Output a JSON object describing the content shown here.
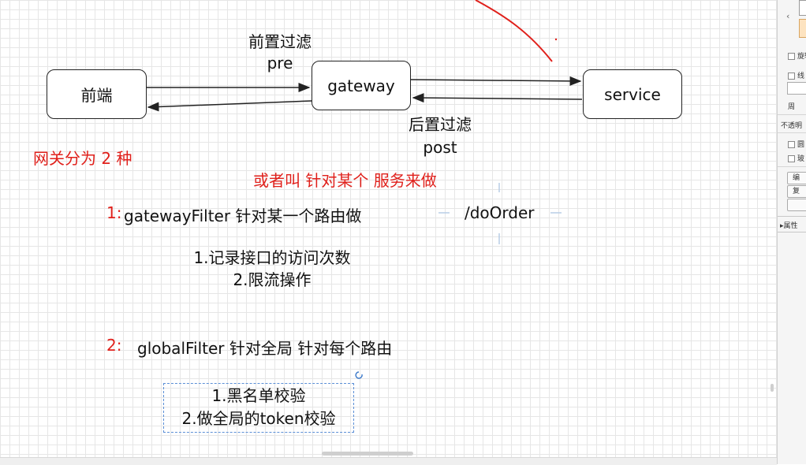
{
  "nodes": {
    "frontend": "前端",
    "gateway": "gateway",
    "service": "service"
  },
  "edge_labels": {
    "pre_cn": "前置过滤",
    "pre_en": "pre",
    "post_cn": "后置过滤",
    "post_en": "post"
  },
  "notes": {
    "gateway_types": "网关分为 2 种",
    "or_called": "或者叫 针对某个 服务来做",
    "item1_number": "1:",
    "item1_text": "gatewayFilter  针对某一个路由做",
    "item1_path": "/doOrder",
    "item1_sub1": "1.记录接口的访问次数",
    "item1_sub2": "2.限流操作",
    "item2_number": "2:",
    "item2_text": "globalFilter  针对全局 针对每个路由",
    "item2_sub1": "1.黑名单校验",
    "item2_sub2": "2.做全局的token校验"
  },
  "right_panel": {
    "row_a": "旋转",
    "row_b": "线",
    "row_c": "周",
    "row_d": "不透明",
    "row_e": "圆",
    "row_f": "玻",
    "btn_a": "编",
    "btn_b": "复",
    "section": "属性"
  },
  "colors": {
    "accent_red": "#e0201b",
    "stroke": "#222222",
    "selection": "#5b8fd6",
    "panel_orange": "#fde3c0"
  }
}
